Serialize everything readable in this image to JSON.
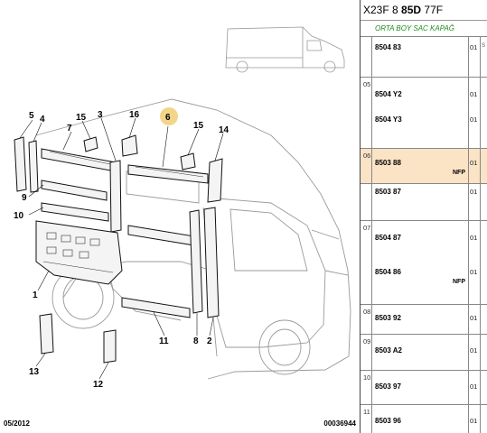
{
  "header": {
    "prefix": "X23F 8",
    "code": "85D",
    "suffix": "77F"
  },
  "subheader": "ORTA BOY SAC KAPAĞ",
  "footer": {
    "date": "05/2012",
    "ref": "00036944"
  },
  "callouts": [
    "5",
    "4",
    "7",
    "15",
    "3",
    "16",
    "6",
    "15",
    "14",
    "9",
    "10",
    "1",
    "13",
    "12",
    "11",
    "8",
    "2"
  ],
  "groups": [
    {
      "num": "",
      "rows": [
        {
          "part": "8504 83",
          "qty": "01",
          "nfp": ""
        }
      ]
    },
    {
      "num": "05",
      "rows": [
        {
          "part": "8504 Y2",
          "qty": "01",
          "nfp": ""
        },
        {
          "part": "8504 Y3",
          "qty": "01",
          "nfp": ""
        }
      ]
    },
    {
      "num": "06",
      "highlight": true,
      "rows": [
        {
          "part": "8503 88",
          "qty": "01",
          "nfp": "NFP"
        },
        {
          "part": "8503 87",
          "qty": "01",
          "nfp": ""
        }
      ]
    },
    {
      "num": "07",
      "rows": [
        {
          "part": "8504 87",
          "qty": "01",
          "nfp": ""
        },
        {
          "part": "8504 86",
          "qty": "01",
          "nfp": "NFP"
        }
      ]
    },
    {
      "num": "08",
      "rows": [
        {
          "part": "8503 92",
          "qty": "01",
          "nfp": ""
        }
      ]
    },
    {
      "num": "09",
      "rows": [
        {
          "part": "8503 A2",
          "qty": "01",
          "nfp": ""
        }
      ]
    },
    {
      "num": "10",
      "rows": [
        {
          "part": "8503 97",
          "qty": "01",
          "nfp": ""
        }
      ]
    },
    {
      "num": "11",
      "rows": [
        {
          "part": "8503 96",
          "qty": "01",
          "nfp": ""
        }
      ]
    }
  ],
  "colors": {
    "highlight": "#fbe3c6",
    "subheader": "#1c8a1c",
    "callout_marker": "#f3d58a"
  }
}
